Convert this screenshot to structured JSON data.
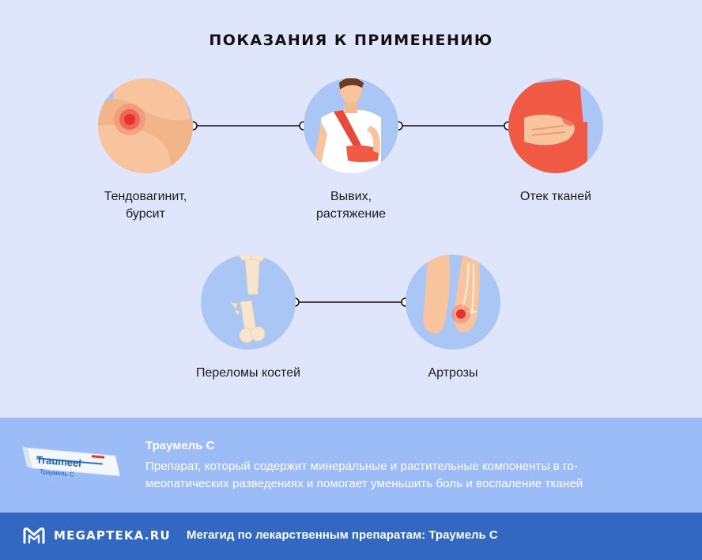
{
  "title": "ПОКАЗАНИЯ К ПРИМЕНЕНИЮ",
  "indications": [
    {
      "label": "Тендовагинит,\nбурсит",
      "icon": "knee-inflammation-icon"
    },
    {
      "label": "Вывих,\nрастяжение",
      "icon": "arm-sling-icon"
    },
    {
      "label": "Отек тканей",
      "icon": "elbow-swelling-icon"
    },
    {
      "label": "Переломы костей",
      "icon": "broken-bone-icon"
    },
    {
      "label": "Артрозы",
      "icon": "foot-joint-icon"
    }
  ],
  "product": {
    "name": "Траумель С",
    "description": "Препарат, который содержит минеральные и растительные компоненты в го-\nмеопатических разведениях и помогает уменьшить боль и воспаление тканей",
    "pack_brand": "Traumeel",
    "pack_subtitle": "Траумель С"
  },
  "footer": {
    "brand": "MEGAPTEKA.RU",
    "text": "Мегагид по лекарственным препаратам: Траумель С"
  },
  "colors": {
    "background": "#dfe6fb",
    "circle": "#a9c6f4",
    "product_band": "#9bbcf7",
    "footer": "#3368c2",
    "inflammation": "#e8302f"
  }
}
